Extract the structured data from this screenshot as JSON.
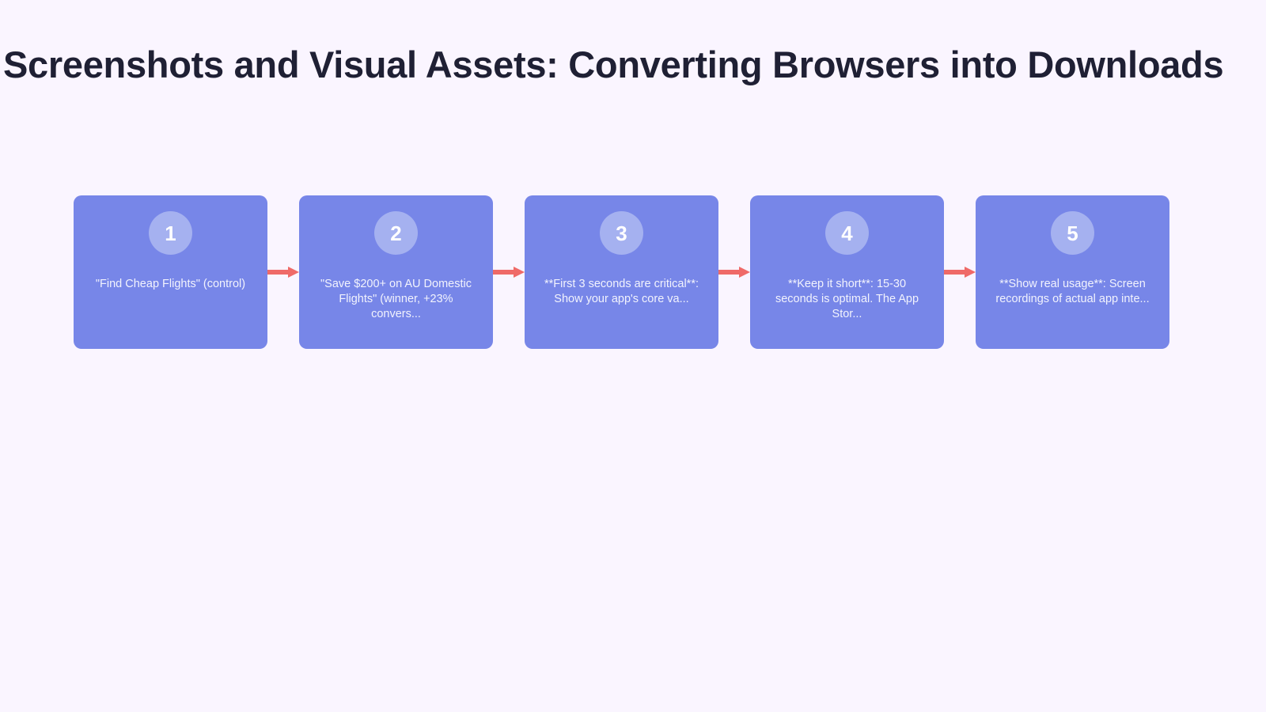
{
  "page": {
    "title": "Screenshots and Visual Assets: Converting Browsers into Downloads",
    "background_color": "#faf5ff",
    "title_color": "#1f2034"
  },
  "flow": {
    "card_color": "#7786e8",
    "badge_color": "#a5b1f0",
    "arrow_color": "#ef6a68",
    "arrow_icon": "arrow-right-icon",
    "steps": [
      {
        "number": "1",
        "text": "\"Find Cheap Flights\" (control)"
      },
      {
        "number": "2",
        "text": "\"Save $200+ on AU Domestic Flights\" (winner, +23% convers..."
      },
      {
        "number": "3",
        "text": "**First 3 seconds are critical**: Show your app's core va..."
      },
      {
        "number": "4",
        "text": "**Keep it short**: 15-30 seconds is optimal. The App Stor..."
      },
      {
        "number": "5",
        "text": "**Show real usage**: Screen recordings of actual app inte..."
      }
    ]
  }
}
